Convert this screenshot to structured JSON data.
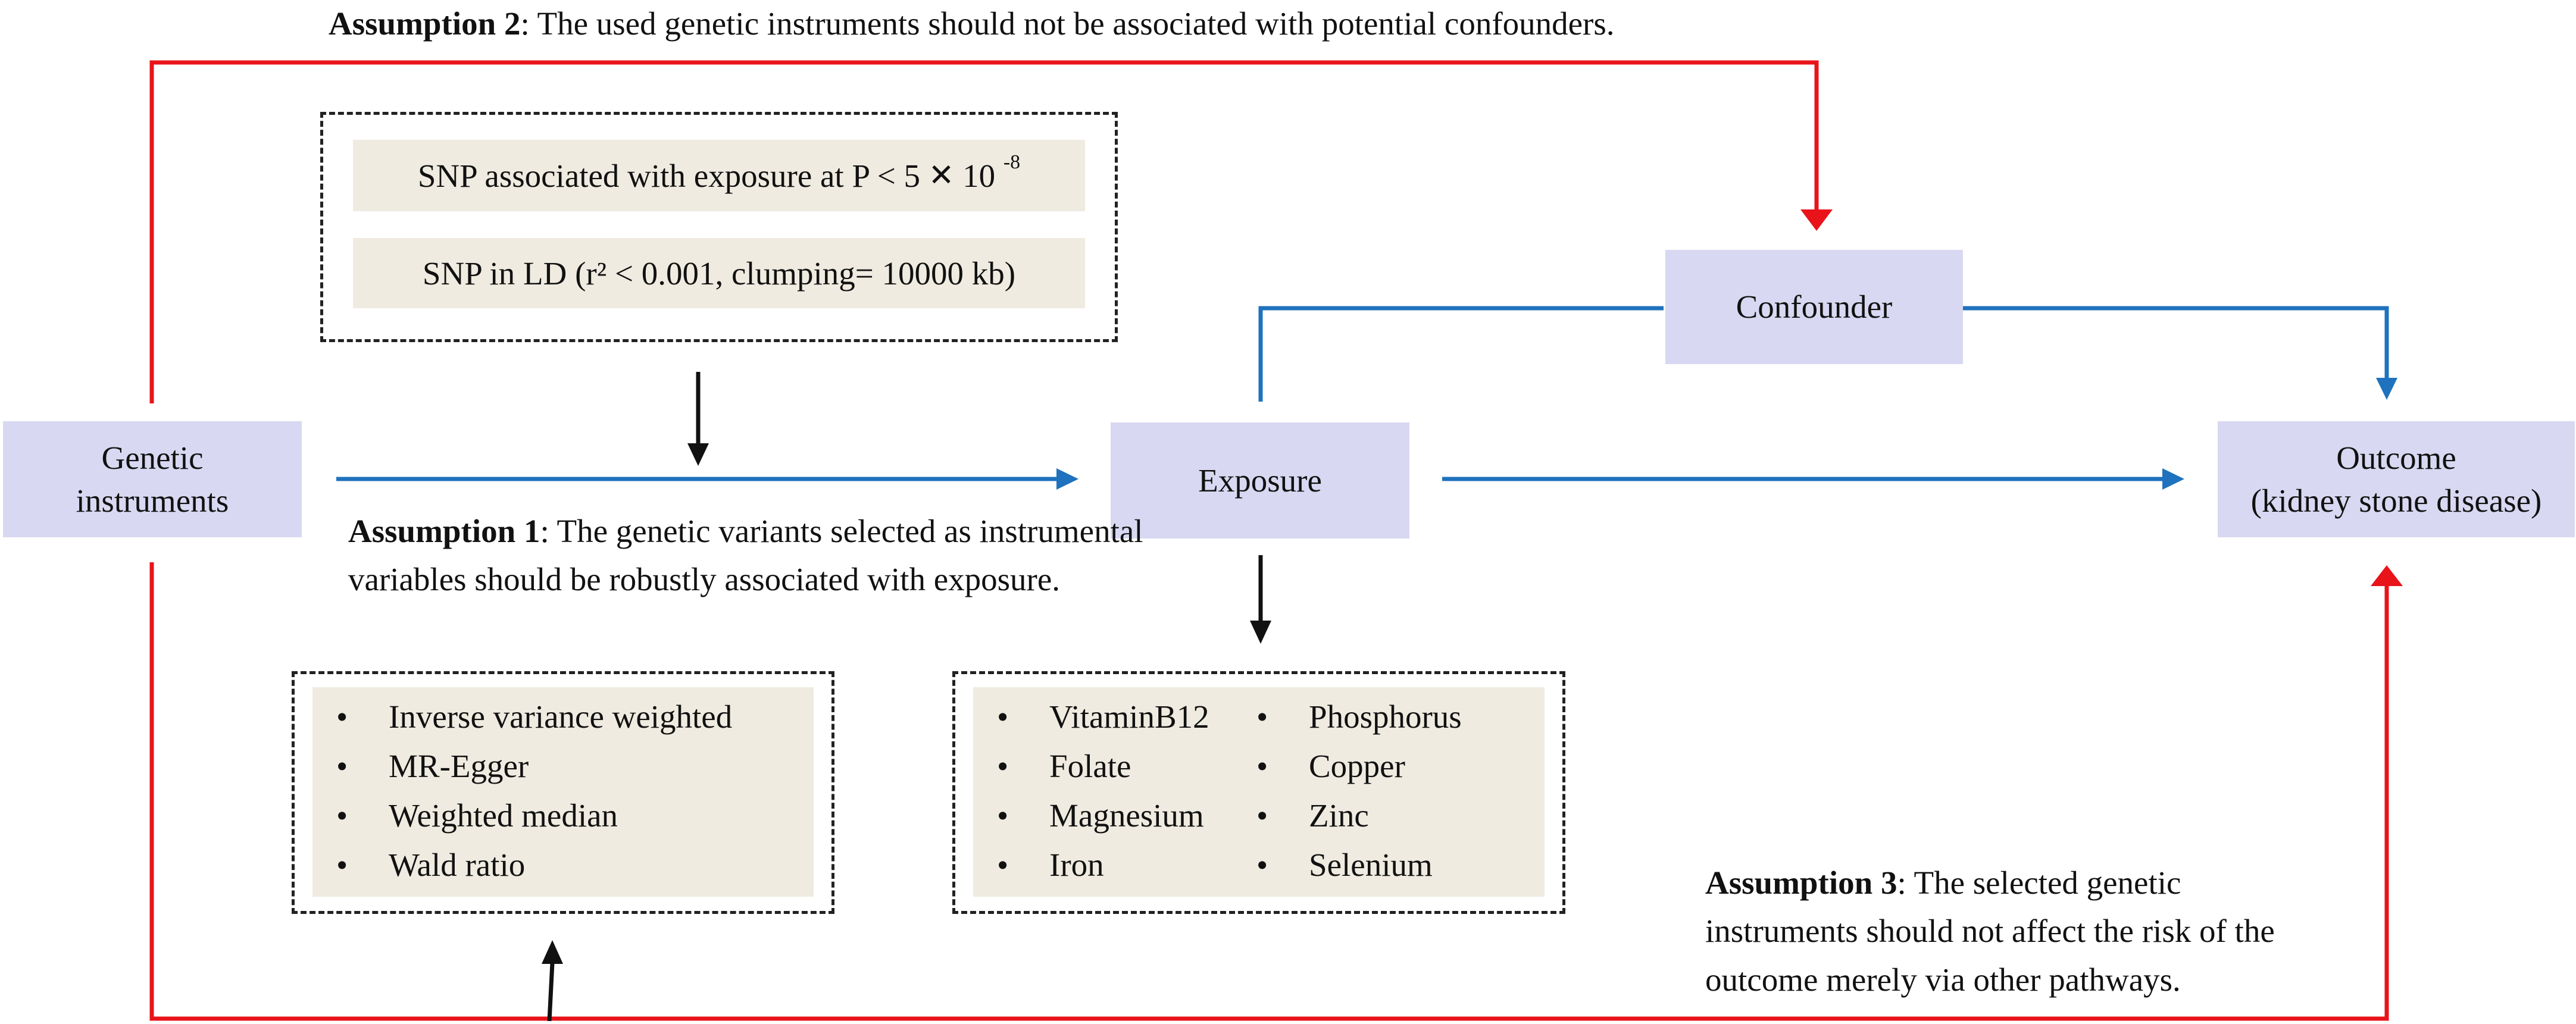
{
  "assumptions": {
    "a2": {
      "title": "Assumption 2",
      "text": ": The used genetic instruments should not be associated with potential confounders."
    },
    "a1": {
      "title": "Assumption 1",
      "text": ": The genetic variants selected as instrumental variables should be robustly associated with exposure."
    },
    "a3": {
      "title": "Assumption 3",
      "text": ": The selected genetic instruments should not affect the risk of the outcome merely via other pathways."
    }
  },
  "nodes": {
    "genetic": "Genetic instruments",
    "exposure": "Exposure",
    "confounder": "Confounder",
    "outcome_line1": "Outcome",
    "outcome_line2": "(kidney stone disease)"
  },
  "criteria": {
    "snp_pvalue": {
      "prefix": "SNP associated with exposure at P < 5",
      "times": "✕",
      "base": "10",
      "exponent": "-8"
    },
    "snp_ld": "SNP in LD (r² < 0.001, clumping= 10000 kb)"
  },
  "methods": [
    "Inverse variance weighted",
    "MR-Egger",
    "Weighted median",
    "Wald ratio"
  ],
  "exposures_col1": [
    "VitaminB12",
    "Folate",
    "Magnesium",
    "Iron"
  ],
  "exposures_col2": [
    "Phosphorus",
    "Copper",
    "Zinc",
    "Selenium"
  ],
  "colors": {
    "red_path": "#e8141a",
    "blue_path": "#1f72bd",
    "node_fill": "#d8d8f2",
    "box_fill": "#efebe0"
  }
}
